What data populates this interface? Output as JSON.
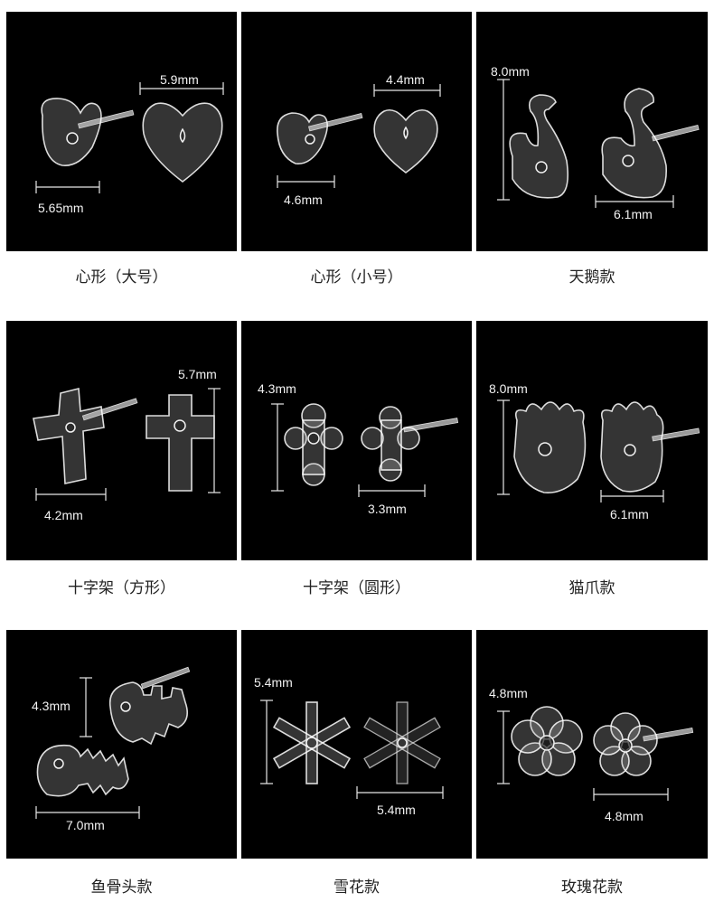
{
  "products": [
    {
      "caption": "心形（大号）",
      "dims": [
        "5.9mm",
        "5.65mm"
      ]
    },
    {
      "caption": "心形（小号）",
      "dims": [
        "4.4mm",
        "4.6mm"
      ]
    },
    {
      "caption": "天鹅款",
      "dims": [
        "8.0mm",
        "6.1mm"
      ]
    },
    {
      "caption": "十字架（方形）",
      "dims": [
        "5.7mm",
        "4.2mm"
      ]
    },
    {
      "caption": "十字架（圆形）",
      "dims": [
        "4.3mm",
        "3.3mm"
      ]
    },
    {
      "caption": "猫爪款",
      "dims": [
        "8.0mm",
        "6.1mm"
      ]
    },
    {
      "caption": "鱼骨头款",
      "dims": [
        "4.3mm",
        "7.0mm"
      ]
    },
    {
      "caption": "雪花款",
      "dims": [
        "5.4mm",
        "5.4mm"
      ]
    },
    {
      "caption": "玫瑰花款",
      "dims": [
        "4.8mm",
        "4.8mm"
      ]
    }
  ]
}
